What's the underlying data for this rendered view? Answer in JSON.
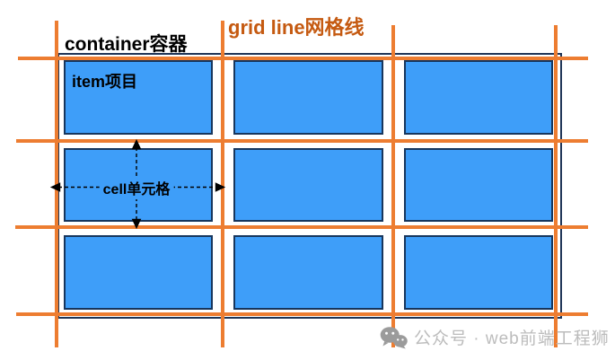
{
  "diagram": {
    "container_label": "container容器",
    "grid_line_label": "grid line网格线",
    "item_label": "item项目",
    "cell_label": "cell单元格",
    "grid_rows": 3,
    "grid_columns": 3,
    "items_total": 9
  },
  "watermark": {
    "text": "公众号 · web前端工程狮",
    "icon": "wechat-logo"
  },
  "colors": {
    "grid_line": "#ED7D31",
    "grid_line_label": "#C55A11",
    "item_fill": "#3E9EF9",
    "item_border": "#17365D",
    "container_border": "#1F3557",
    "annotation": "#000000",
    "watermark_text": "#BCBCBC",
    "watermark_icon": "#9B9B9B"
  }
}
